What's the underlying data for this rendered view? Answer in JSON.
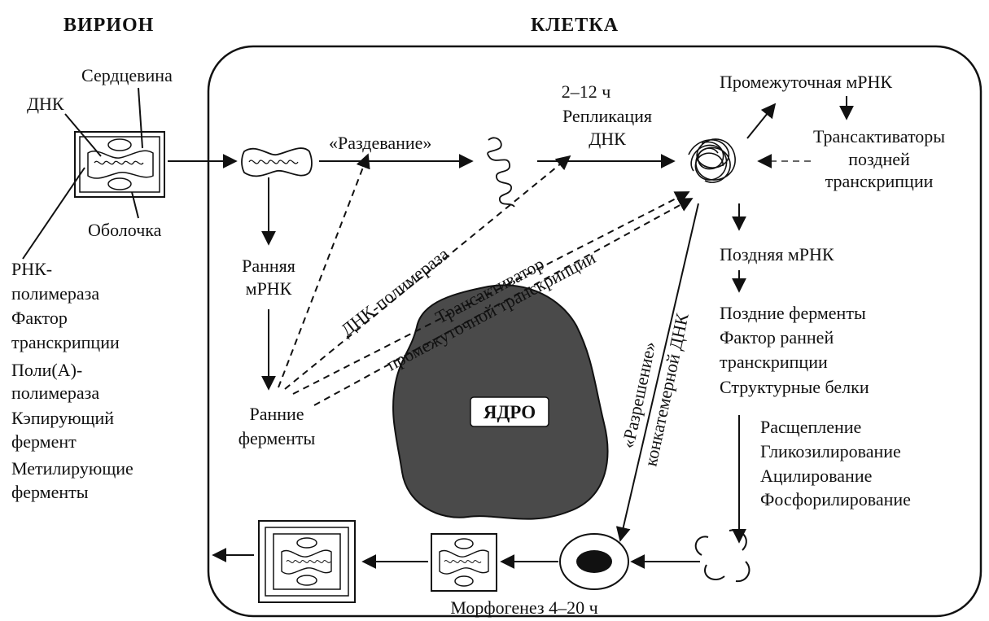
{
  "headers": {
    "virion": "ВИРИОН",
    "cell": "КЛЕТКА"
  },
  "virion_parts": {
    "core": "Сердцевина",
    "dna": "ДНК",
    "envelope": "Оболочка"
  },
  "virion_enzymes": [
    "РНК-",
    "полимераза",
    "Фактор",
    "транскрипции",
    "Поли(А)-",
    "полимераза",
    "Кэпирующий",
    "фермент",
    "Метилирующие",
    "ферменты"
  ],
  "uncoating": "«Раздевание»",
  "replication": [
    "2–12 ч",
    "Репликация",
    "ДНК"
  ],
  "intermediate_mrna": "Промежуточная мРНК",
  "late_transactivators": [
    "Трансактиваторы",
    "поздней",
    "транскрипции"
  ],
  "early_mrna": [
    "Ранняя",
    "мРНК"
  ],
  "early_enzymes": [
    "Ранние",
    "ферменты"
  ],
  "dna_polymerase": "ДНК-полимераза",
  "intermediate_transactivator": [
    "Трансактиватор",
    "промежуточной транскрипции"
  ],
  "late_mrna": "Поздняя мРНК",
  "late_products": [
    "Поздние ферменты",
    "Фактор ранней",
    "транскрипции",
    "Структурные белки"
  ],
  "processing": [
    "Расщепление",
    "Гликозилирование",
    "Ацилирование",
    "Фосфорилирование"
  ],
  "resolution": [
    "«Разрешение»",
    "конкатемерной ДНК"
  ],
  "nucleus": "ЯДРО",
  "morphogenesis": "Морфогенез 4–20 ч",
  "colors": {
    "ink": "#111111",
    "nucleus_fill": "#4a4a4a",
    "background": "#ffffff"
  }
}
